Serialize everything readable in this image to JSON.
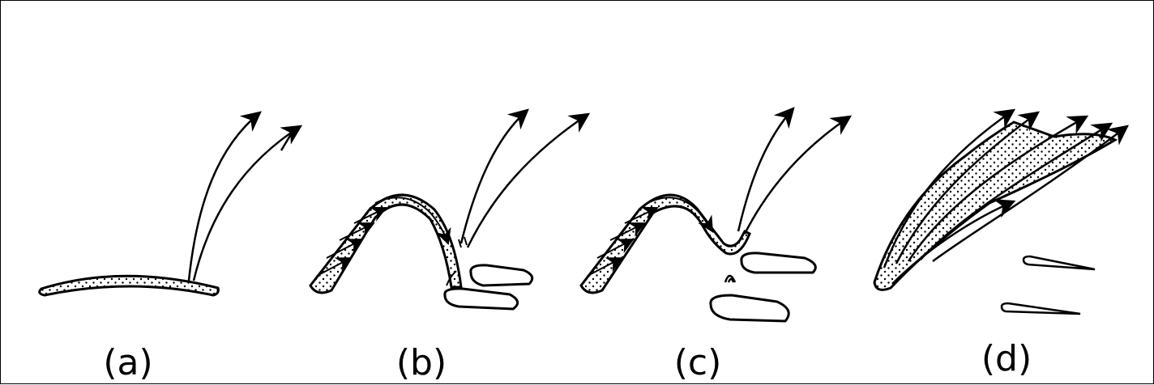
{
  "panels": [
    {
      "id": "a",
      "label": "(a)"
    },
    {
      "id": "b",
      "label": "(b)"
    },
    {
      "id": "c",
      "label": "(c)"
    },
    {
      "id": "d",
      "label": "(d)"
    }
  ],
  "colors": {
    "stroke": "#000000",
    "fill": "#ffffff"
  }
}
